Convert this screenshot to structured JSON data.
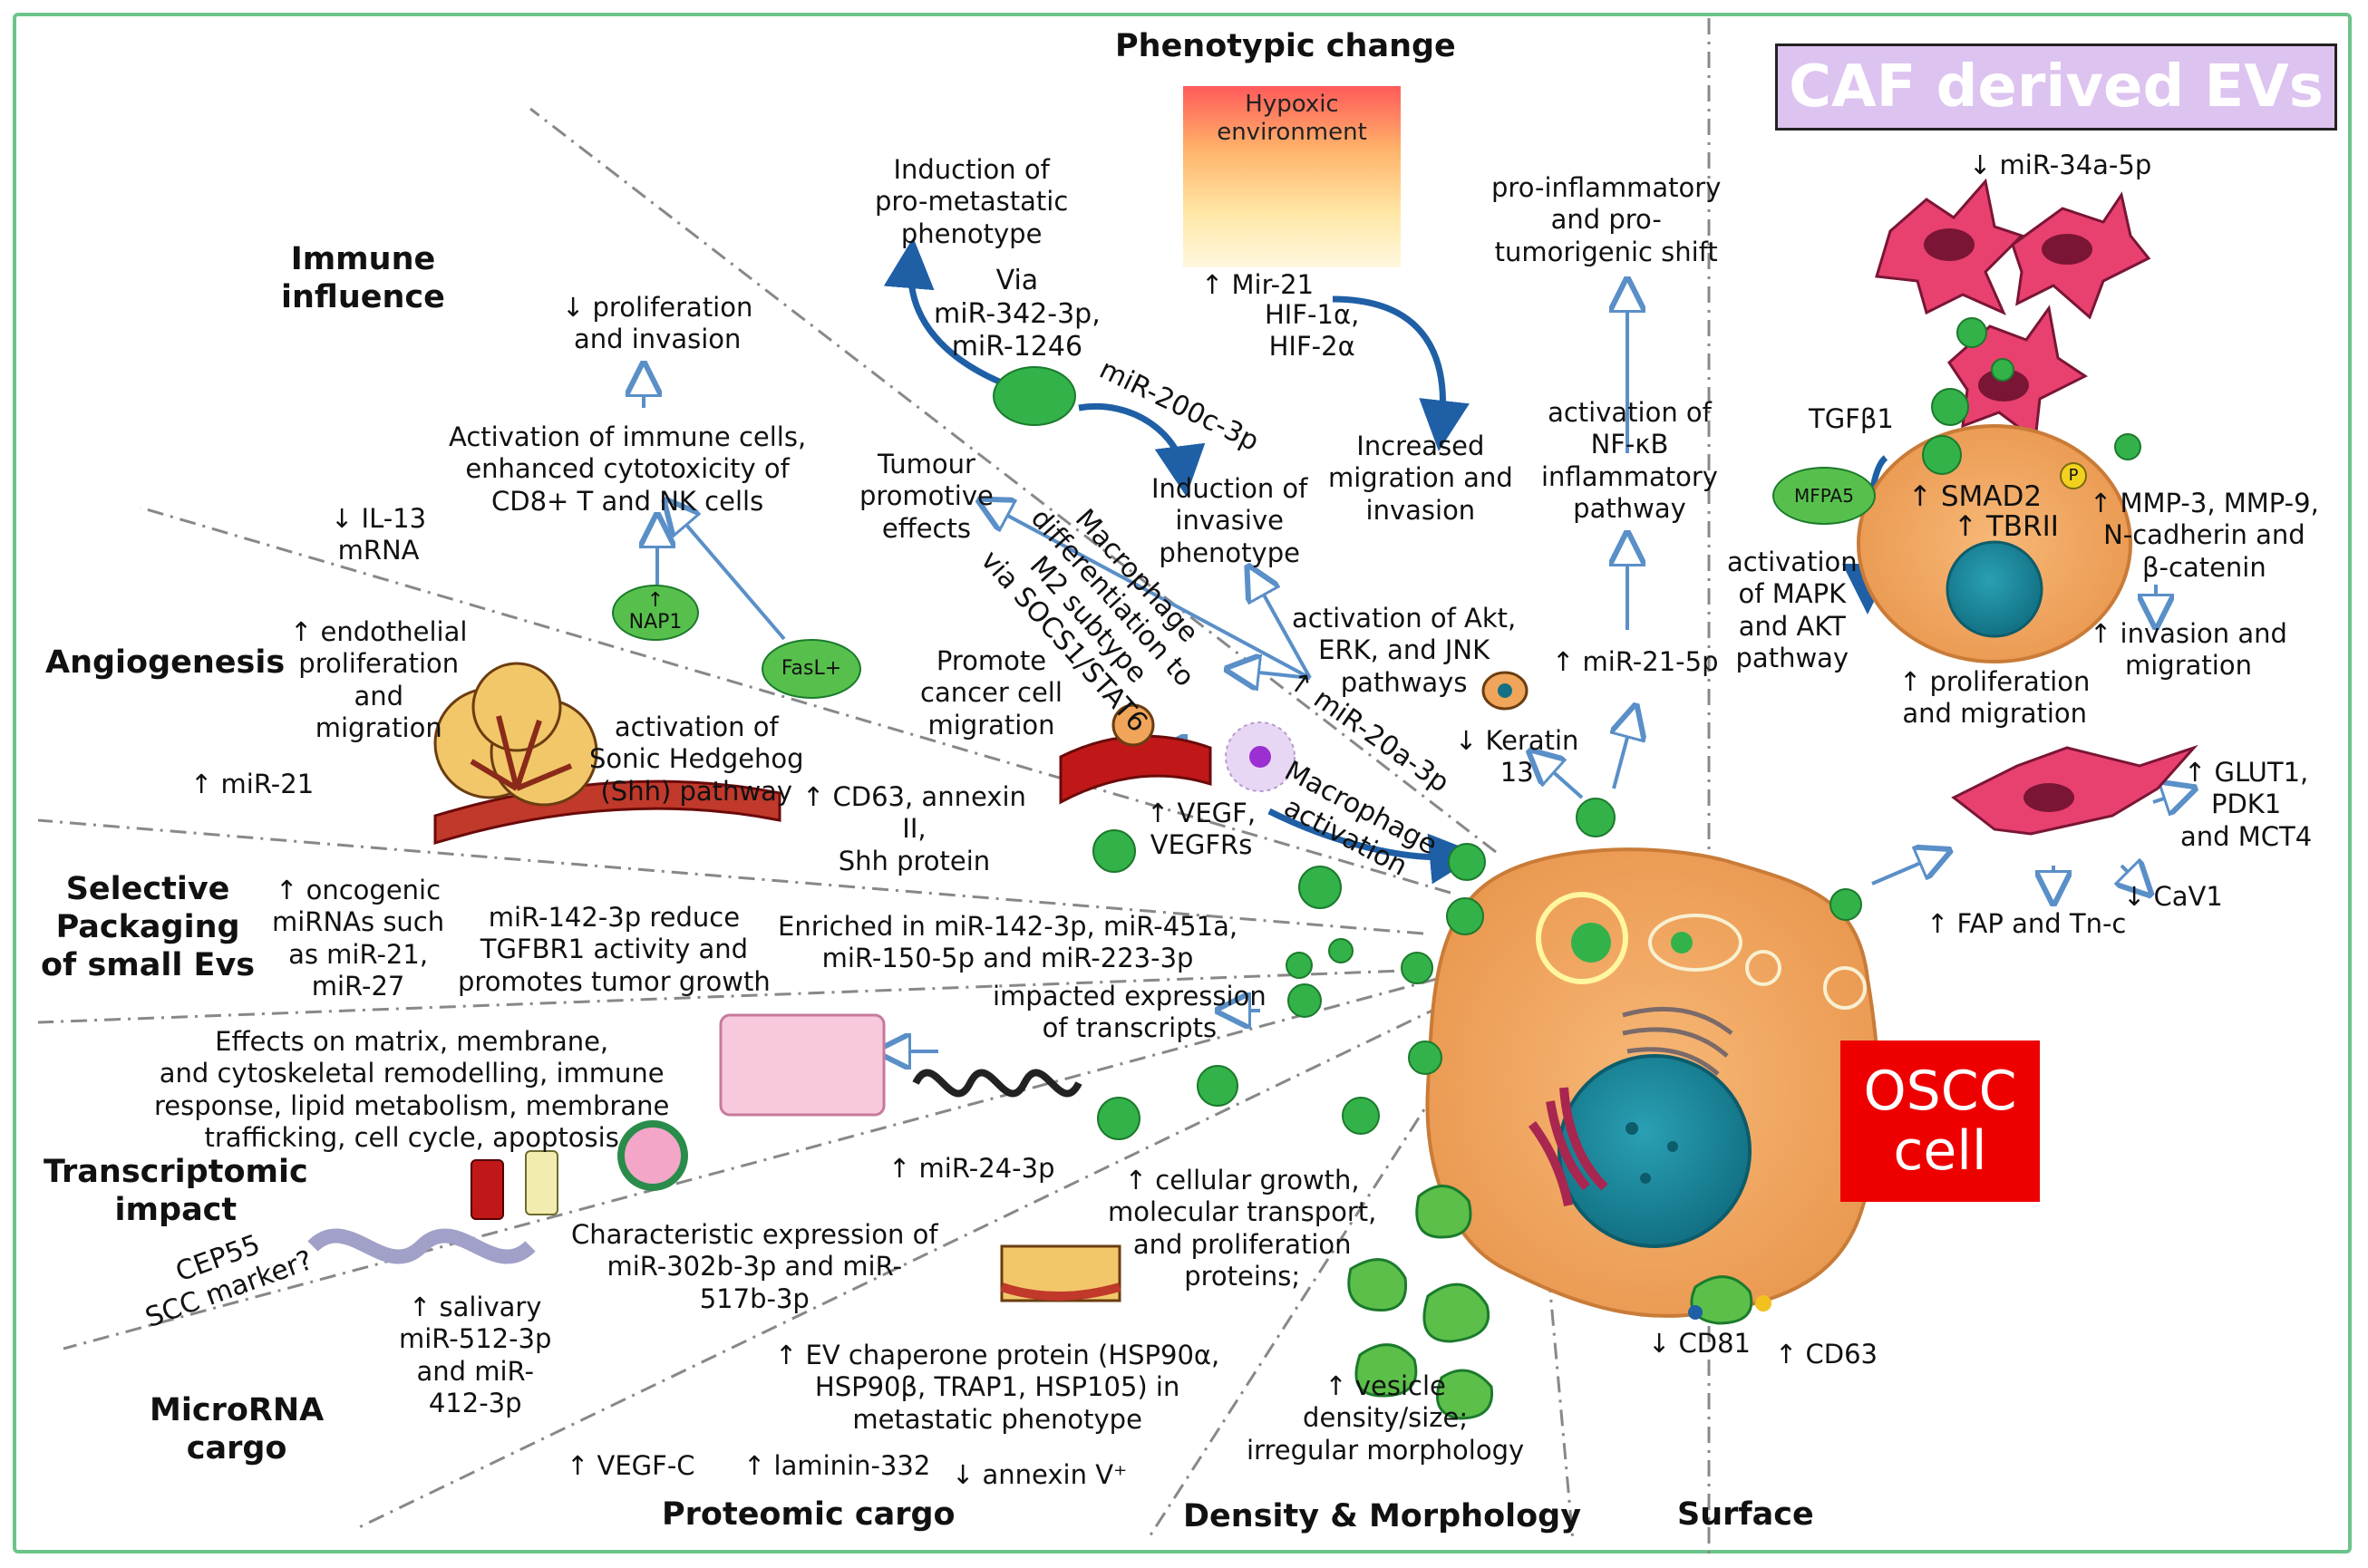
{
  "header": {
    "caf_title": "CAF derived EVs",
    "oscc_cell": "OSCC\ncell"
  },
  "sections": {
    "phenotypic": "Phenotypic change",
    "immune": "Immune\ninfluence",
    "angiogenesis": "Angiogenesis",
    "selective": "Selective\nPackaging\nof small Evs",
    "transcriptomic": "Transcriptomic\nimpact",
    "microrna": "MicroRNA\ncargo",
    "proteomic": "Proteomic cargo",
    "density": "Density & Morphology",
    "surface": "Surface"
  },
  "phenotypic": {
    "hypoxic": "Hypoxic\nenvironment",
    "mir21": "↑ Mir-21",
    "hif": "HIF-1α,\nHIF-2α",
    "increased": "Increased\nmigration and\ninvasion",
    "induction_meta": "Induction of\npro-metastatic\nphenotype",
    "via": "Via\nmiR-342-3p,\nmiR-1246",
    "mir200": "miR-200c-3p",
    "induction_inv": "Induction of\ninvasive\nphenotype",
    "proinflam": "pro-inflammatory\nand pro-\ntumorigenic shift",
    "nfkb": "activation of\nNF-κB\ninflammatory\npathway",
    "mir21_5p": "↑ miR-21-5p",
    "akt": "activation of Akt,\nERK, and JNK\npathways",
    "keratin": "↓ Keratin\n13",
    "tumour": "Tumour\npromotive\neffects",
    "macro_diff": "Macrophage\ndifferentiation to\nM2 subtype\nvia SOCS1/STAT6",
    "mir20a": "↑ miR-20a-3p",
    "macro_act": "Macrophage\nactivation",
    "promote": "Promote\ncancer cell\nmigration"
  },
  "immune": {
    "prolif": "↓ proliferation\nand invasion",
    "activation": "Activation of immune cells,\nenhanced cytotoxicity of\nCD8+ T and NK cells",
    "il13": "↓ IL-13\nmRNA",
    "nap1": "↑\nNAP1",
    "fasl": "FasL+"
  },
  "angio": {
    "endothelial": "↑ endothelial\nproliferation\nand\nmigration",
    "shh": "activation of\nSonic Hedgehog\n(Shh) pathway",
    "mir21": "↑ miR-21",
    "cd63": "↑ CD63, annexin\nII,\nShh protein",
    "vegf": "↑ VEGF,\nVEGFRs"
  },
  "selective": {
    "oncogenic": "↑ oncogenic\nmiRNAs such\nas miR-21,\nmiR-27",
    "mir142": "miR-142-3p reduce\nTGFBR1 activity and\npromotes tumor growth",
    "enriched": "Enriched in  miR-142-3p, miR-451a,\nmiR-150-5p and miR-223-3p"
  },
  "transcript": {
    "effects": "Effects on matrix, membrane,\nand cytoskeletal remodelling, immune\nresponse, lipid metabolism, membrane\ntrafficking, cell cycle, apoptosis",
    "impacted": "impacted expression\nof transcripts",
    "cep55": "CEP55\nSCC marker?",
    "mir24": "↑ miR-24-3p"
  },
  "microrna": {
    "characteristic": "Characteristic expression of\nmiR-302b-3p and miR-\n517b-3p",
    "salivary": "↑ salivary\nmiR-512-3p\nand miR-\n412-3p"
  },
  "proteomic": {
    "growth": "↑ cellular growth,\nmolecular transport,\nand proliferation\nproteins;",
    "chaperone": "↑ EV chaperone protein (HSP90α,\nHSP90β, TRAP1, HSP105) in\nmetastatic phenotype",
    "vegfc": "↑ VEGF-C",
    "laminin": "↑ laminin-332",
    "annexin": "↓ annexin V⁺"
  },
  "density": {
    "vesicle": "↑ vesicle\ndensity/size;\nirregular morphology"
  },
  "surface": {
    "cd81": "↓ CD81",
    "cd63": "↑ CD63"
  },
  "caf": {
    "mir34": "↓ miR-34a-5p",
    "tgfb": "TGFβ1",
    "mfap5": "MFPA5",
    "smad": "↑ SMAD2",
    "tbrii": "↑ TBRII",
    "p_badge": "P",
    "mapk": "activation\nof MAPK\nand AKT\npathway",
    "mmp": "↑ MMP-3, MMP-9,\nN-cadherin and\nβ-catenin",
    "invasion": "↑ invasion and\nmigration",
    "prolif": "↑ proliferation\nand migration",
    "glut": "↑ GLUT1,\nPDK1\nand MCT4",
    "cav": "↓ CaV1",
    "fap": "↑ FAP and Tn-c"
  }
}
